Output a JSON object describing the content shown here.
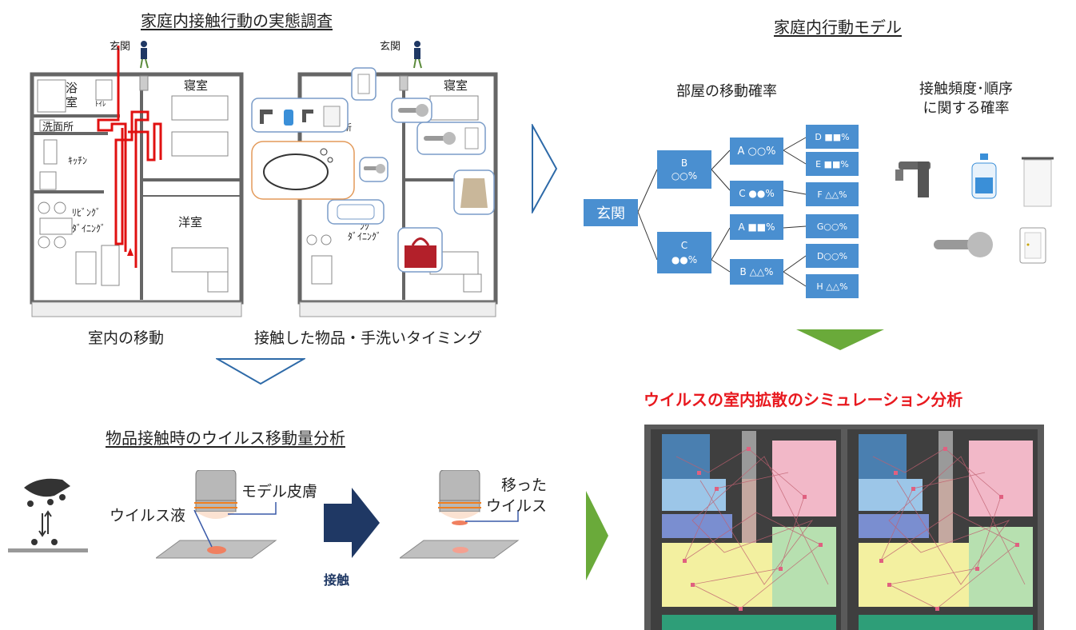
{
  "survey": {
    "title": "家庭内接触行動の実態調査",
    "caption_left": "室内の移動",
    "caption_right": "接触した物品・手洗いタイミング"
  },
  "plan": {
    "entrance": "玄関",
    "bath": "浴\n室",
    "toilet": "ﾄｲﾚ",
    "washroom": "洗面所",
    "bedroom": "寝室",
    "kitchen": "ｷｯﾁﾝ",
    "living": "ﾘﾋﾞﾝｸﾞ\nﾀﾞｲﾆﾝｸﾞ",
    "western_room": "洋室"
  },
  "model": {
    "title": "家庭内行動モデル",
    "move_prob_label": "部屋の移動確率",
    "contact_prob_label": "接触頻度･順序\nに関する確率",
    "tree": {
      "root": "玄関",
      "level1": [
        "B\n○○%",
        "C\n●●%"
      ],
      "level2": [
        "A ○○%",
        "C ●●%",
        "A ■■%",
        "B △△%"
      ],
      "level3": [
        "D ■■%",
        "E ■■%",
        "F △△%",
        "G○○%",
        "D○○%",
        "H △△%"
      ]
    }
  },
  "analysis": {
    "title": "物品接触時のウイルス移動量分析",
    "model_skin": "モデル皮膚",
    "virus_liquid": "ウイルス液",
    "transferred_virus": "移った\nウイルス",
    "contact": "接触"
  },
  "simulation": {
    "title": "ウイルスの室内拡散のシミュレーション分析"
  },
  "colors": {
    "tree_box": "#4a8fd0",
    "green_arrow": "#6aaa3a",
    "navy_arrow": "#1f3864",
    "outline_arrow": "#2e6aa8",
    "red_route": "#e01010",
    "sim_blue": "#6fa8d6",
    "sim_pink": "#f2b8c8",
    "sim_green": "#b7e0b0",
    "sim_yellow": "#f3f0a0",
    "sim_teal": "#2e9e78"
  }
}
